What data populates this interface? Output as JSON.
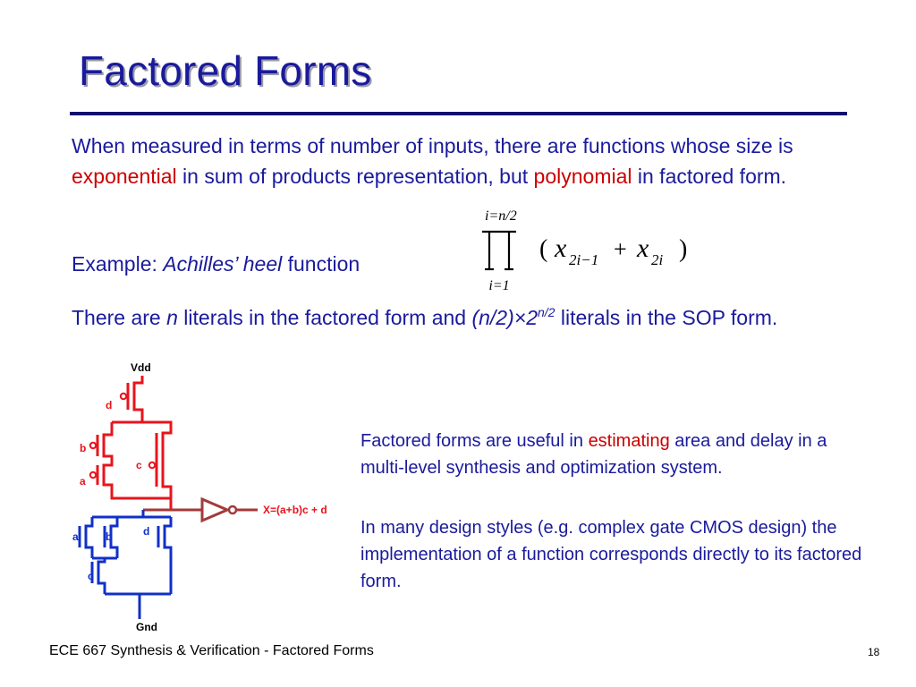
{
  "slide": {
    "title": "Factored Forms",
    "para1": {
      "t1": "When measured in terms of number of inputs, there are functions whose size is ",
      "exponential": "exponential",
      "t2": " in sum of products representation, but ",
      "polynomial": "polynomial",
      "t3": " in factored form."
    },
    "example": {
      "prefix": "Example: ",
      "name": "Achilles’ heel",
      "suffix": " function"
    },
    "literals": {
      "t1": "There are ",
      "n": "n",
      "t2": " literals in the factored form and ",
      "expr": "(n/2)×2",
      "exp": "n/2",
      "t3": " literals in the SOP form."
    },
    "formula": {
      "upper": "i=n/2",
      "lower": "i=1",
      "open": "(",
      "x1": "x",
      "sub1": "2i−1",
      "plus": "+",
      "x2": "x",
      "sub2": "2i",
      "close": ")"
    },
    "right": {
      "p1a": "Factored forms are useful in ",
      "estimating": "estimating",
      "p1b": " area and delay in a multi-level synthesis and optimization system.",
      "p2": "In many design styles (e.g. complex gate CMOS design) the implementation of a function corresponds directly to its factored form."
    },
    "circuit": {
      "vdd": "Vdd",
      "gnd": "Gnd",
      "output": "X=(a+b)c + d",
      "p_d": "d",
      "p_b": "b",
      "p_a": "a",
      "p_c": "c",
      "n_a": "a",
      "n_b": "b",
      "n_d": "d",
      "n_c": "c",
      "pullup_color": "#e8141c",
      "pulldown_color": "#1030c8",
      "inverter_color": "#a33a3a"
    },
    "footer": "ECE 667 Synthesis & Verification - Factored Forms",
    "page_number": "18",
    "colors": {
      "title": "#1a1a9c",
      "text": "#1a1a9c",
      "highlight": "#cc0000"
    }
  }
}
